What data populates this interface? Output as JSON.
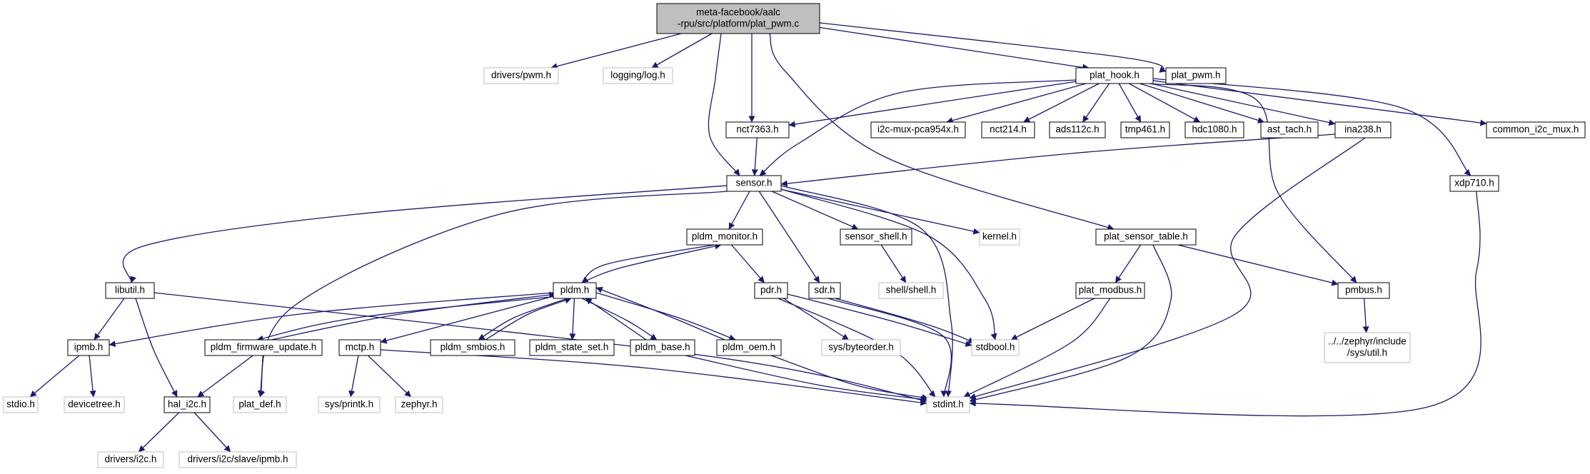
{
  "graph": {
    "edge_color": "#191970",
    "file_node_fill": "#bfbfbf",
    "normal_border": "#000000",
    "external_border": "#bfbfbf",
    "nodes": [
      {
        "id": "root",
        "lines": [
          "meta-facebook/aalc",
          "-rpu/src/platform/plat_pwm.c"
        ],
        "kind": "root"
      },
      {
        "id": "drivers_pwm",
        "lines": [
          "drivers/pwm.h"
        ],
        "kind": "external"
      },
      {
        "id": "logging_log",
        "lines": [
          "logging/log.h"
        ],
        "kind": "external"
      },
      {
        "id": "plat_hook",
        "lines": [
          "plat_hook.h"
        ],
        "kind": "normal"
      },
      {
        "id": "plat_pwm_h",
        "lines": [
          "plat_pwm.h"
        ],
        "kind": "normal"
      },
      {
        "id": "nct7363",
        "lines": [
          "nct7363.h"
        ],
        "kind": "normal"
      },
      {
        "id": "i2c_mux",
        "lines": [
          "i2c-mux-pca954x.h"
        ],
        "kind": "normal"
      },
      {
        "id": "nct214",
        "lines": [
          "nct214.h"
        ],
        "kind": "normal"
      },
      {
        "id": "ads112c",
        "lines": [
          "ads112c.h"
        ],
        "kind": "normal"
      },
      {
        "id": "tmp461",
        "lines": [
          "tmp461.h"
        ],
        "kind": "normal"
      },
      {
        "id": "hdc1080",
        "lines": [
          "hdc1080.h"
        ],
        "kind": "normal"
      },
      {
        "id": "ast_tach",
        "lines": [
          "ast_tach.h"
        ],
        "kind": "normal"
      },
      {
        "id": "ina238",
        "lines": [
          "ina238.h"
        ],
        "kind": "normal"
      },
      {
        "id": "common_i2c_mux",
        "lines": [
          "common_i2c_mux.h"
        ],
        "kind": "normal"
      },
      {
        "id": "sensor",
        "lines": [
          "sensor.h"
        ],
        "kind": "normal"
      },
      {
        "id": "xdp710",
        "lines": [
          "xdp710.h"
        ],
        "kind": "normal"
      },
      {
        "id": "pldm_monitor",
        "lines": [
          "pldm_monitor.h"
        ],
        "kind": "normal"
      },
      {
        "id": "sensor_shell",
        "lines": [
          "sensor_shell.h"
        ],
        "kind": "normal"
      },
      {
        "id": "kernel",
        "lines": [
          "kernel.h"
        ],
        "kind": "external"
      },
      {
        "id": "plat_sensor_table",
        "lines": [
          "plat_sensor_table.h"
        ],
        "kind": "normal"
      },
      {
        "id": "libutil",
        "lines": [
          "libutil.h"
        ],
        "kind": "normal"
      },
      {
        "id": "pldm",
        "lines": [
          "pldm.h"
        ],
        "kind": "normal"
      },
      {
        "id": "pdr",
        "lines": [
          "pdr.h"
        ],
        "kind": "normal"
      },
      {
        "id": "sdr",
        "lines": [
          "sdr.h"
        ],
        "kind": "normal"
      },
      {
        "id": "shell_shell",
        "lines": [
          "shell/shell.h"
        ],
        "kind": "external"
      },
      {
        "id": "plat_modbus",
        "lines": [
          "plat_modbus.h"
        ],
        "kind": "normal"
      },
      {
        "id": "pmbus",
        "lines": [
          "pmbus.h"
        ],
        "kind": "normal"
      },
      {
        "id": "ipmb",
        "lines": [
          "ipmb.h"
        ],
        "kind": "normal"
      },
      {
        "id": "pldm_fw",
        "lines": [
          "pldm_firmware_update.h"
        ],
        "kind": "normal"
      },
      {
        "id": "mctp",
        "lines": [
          "mctp.h"
        ],
        "kind": "normal"
      },
      {
        "id": "pldm_smbios",
        "lines": [
          "pldm_smbios.h"
        ],
        "kind": "normal"
      },
      {
        "id": "pldm_state_set",
        "lines": [
          "pldm_state_set.h"
        ],
        "kind": "normal"
      },
      {
        "id": "pldm_base",
        "lines": [
          "pldm_base.h"
        ],
        "kind": "normal"
      },
      {
        "id": "pldm_oem",
        "lines": [
          "pldm_oem.h"
        ],
        "kind": "normal"
      },
      {
        "id": "sys_byteorder",
        "lines": [
          "sys/byteorder.h"
        ],
        "kind": "external"
      },
      {
        "id": "stdbool",
        "lines": [
          "stdbool.h"
        ],
        "kind": "external"
      },
      {
        "id": "zephyr_util",
        "lines": [
          "../../zephyr/include",
          "/sys/util.h"
        ],
        "kind": "external"
      },
      {
        "id": "stdio",
        "lines": [
          "stdio.h"
        ],
        "kind": "external"
      },
      {
        "id": "devicetree",
        "lines": [
          "devicetree.h"
        ],
        "kind": "external"
      },
      {
        "id": "hal_i2c",
        "lines": [
          "hal_i2c.h"
        ],
        "kind": "normal"
      },
      {
        "id": "plat_def",
        "lines": [
          "plat_def.h"
        ],
        "kind": "external"
      },
      {
        "id": "sys_printk",
        "lines": [
          "sys/printk.h"
        ],
        "kind": "external"
      },
      {
        "id": "zephyr_h",
        "lines": [
          "zephyr.h"
        ],
        "kind": "external"
      },
      {
        "id": "stdint",
        "lines": [
          "stdint.h"
        ],
        "kind": "external"
      },
      {
        "id": "drivers_i2c",
        "lines": [
          "drivers/i2c.h"
        ],
        "kind": "external"
      },
      {
        "id": "drivers_i2c_slave_ipmb",
        "lines": [
          "drivers/i2c/slave/ipmb.h"
        ],
        "kind": "external"
      }
    ],
    "edges": [
      [
        "root",
        "drivers_pwm"
      ],
      [
        "root",
        "logging_log"
      ],
      [
        "root",
        "plat_hook"
      ],
      [
        "root",
        "plat_pwm_h"
      ],
      [
        "root",
        "nct7363"
      ],
      [
        "root",
        "sensor"
      ],
      [
        "root",
        "plat_sensor_table"
      ],
      [
        "plat_hook",
        "nct7363"
      ],
      [
        "plat_hook",
        "i2c_mux"
      ],
      [
        "plat_hook",
        "nct214"
      ],
      [
        "plat_hook",
        "ads112c"
      ],
      [
        "plat_hook",
        "tmp461"
      ],
      [
        "plat_hook",
        "hdc1080"
      ],
      [
        "plat_hook",
        "ast_tach"
      ],
      [
        "plat_hook",
        "ina238"
      ],
      [
        "plat_hook",
        "common_i2c_mux"
      ],
      [
        "plat_hook",
        "xdp710"
      ],
      [
        "plat_hook",
        "pmbus"
      ],
      [
        "plat_hook",
        "sensor"
      ],
      [
        "nct7363",
        "sensor"
      ],
      [
        "ina238",
        "sensor"
      ],
      [
        "ina238",
        "stdint"
      ],
      [
        "xdp710",
        "stdint"
      ],
      [
        "sensor",
        "libutil"
      ],
      [
        "sensor",
        "pldm_monitor"
      ],
      [
        "sensor",
        "sensor_shell"
      ],
      [
        "sensor",
        "kernel"
      ],
      [
        "sensor",
        "sdr"
      ],
      [
        "sensor",
        "stdbool"
      ],
      [
        "sensor",
        "stdint"
      ],
      [
        "sensor",
        "plat_def"
      ],
      [
        "pldm_monitor",
        "pldm"
      ],
      [
        "pldm_monitor",
        "pdr"
      ],
      [
        "pldm",
        "pldm_monitor"
      ],
      [
        "sensor_shell",
        "shell_shell"
      ],
      [
        "plat_sensor_table",
        "plat_modbus"
      ],
      [
        "plat_sensor_table",
        "pmbus"
      ],
      [
        "plat_sensor_table",
        "stdint"
      ],
      [
        "plat_modbus",
        "stdbool"
      ],
      [
        "plat_modbus",
        "stdint"
      ],
      [
        "pmbus",
        "zephyr_util"
      ],
      [
        "libutil",
        "ipmb"
      ],
      [
        "libutil",
        "hal_i2c"
      ],
      [
        "libutil",
        "stdint"
      ],
      [
        "pldm",
        "ipmb"
      ],
      [
        "pldm",
        "pldm_fw"
      ],
      [
        "pldm",
        "mctp"
      ],
      [
        "pldm",
        "pldm_smbios"
      ],
      [
        "pldm",
        "pldm_state_set"
      ],
      [
        "pldm",
        "pldm_base"
      ],
      [
        "pldm",
        "pldm_oem"
      ],
      [
        "pldm_fw",
        "pldm"
      ],
      [
        "pldm_smbios",
        "pldm"
      ],
      [
        "pldm_base",
        "pldm"
      ],
      [
        "pldm_oem",
        "pldm"
      ],
      [
        "pdr",
        "sys_byteorder"
      ],
      [
        "pdr",
        "stdbool"
      ],
      [
        "pdr",
        "stdint"
      ],
      [
        "sdr",
        "stdbool"
      ],
      [
        "sdr",
        "stdint"
      ],
      [
        "ipmb",
        "stdio"
      ],
      [
        "ipmb",
        "devicetree"
      ],
      [
        "pldm_fw",
        "hal_i2c"
      ],
      [
        "pldm_fw",
        "plat_def"
      ],
      [
        "mctp",
        "sys_printk"
      ],
      [
        "mctp",
        "zephyr_h"
      ],
      [
        "mctp",
        "stdint"
      ],
      [
        "pldm_base",
        "stdint"
      ],
      [
        "pldm_oem",
        "stdint"
      ],
      [
        "hal_i2c",
        "drivers_i2c"
      ],
      [
        "hal_i2c",
        "drivers_i2c_slave_ipmb"
      ]
    ]
  }
}
